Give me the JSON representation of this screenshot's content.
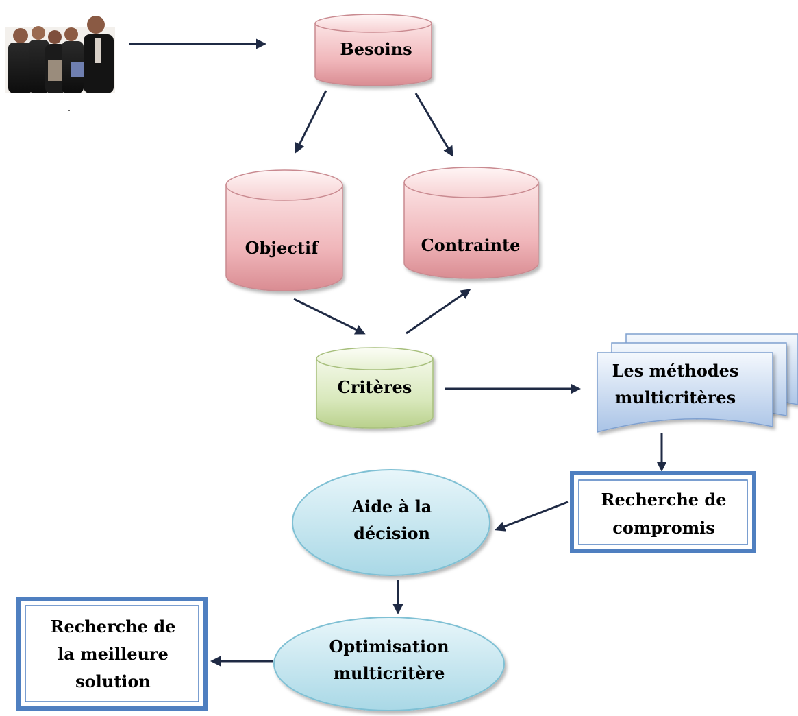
{
  "nodes": {
    "besoins": {
      "label": "Besoins"
    },
    "objectif": {
      "label": "Objectif"
    },
    "contrainte": {
      "label": "Contrainte"
    },
    "criteres": {
      "label": "Critères"
    },
    "methodes": {
      "line1": "Les méthodes",
      "line2": "multicritères"
    },
    "compromis": {
      "line1": "Recherche de",
      "line2": "compromis"
    },
    "aide": {
      "line1": "Aide à la",
      "line2": "décision"
    },
    "optimisation": {
      "line1": "Optimisation",
      "line2": "multicritère"
    },
    "meilleure": {
      "line1": "Recherche de",
      "line2": "la meilleure",
      "line3": "solution"
    }
  },
  "colors": {
    "cylinder_pink": "#f2b8bc",
    "cylinder_green": "#dbe9bf",
    "ellipse_blue": "#bfe3ec",
    "document_blue": "#c6d7ef",
    "box_border": "#4f7fc0",
    "arrow": "#1f2a44"
  },
  "icons": {
    "people": "business-people-icon"
  }
}
